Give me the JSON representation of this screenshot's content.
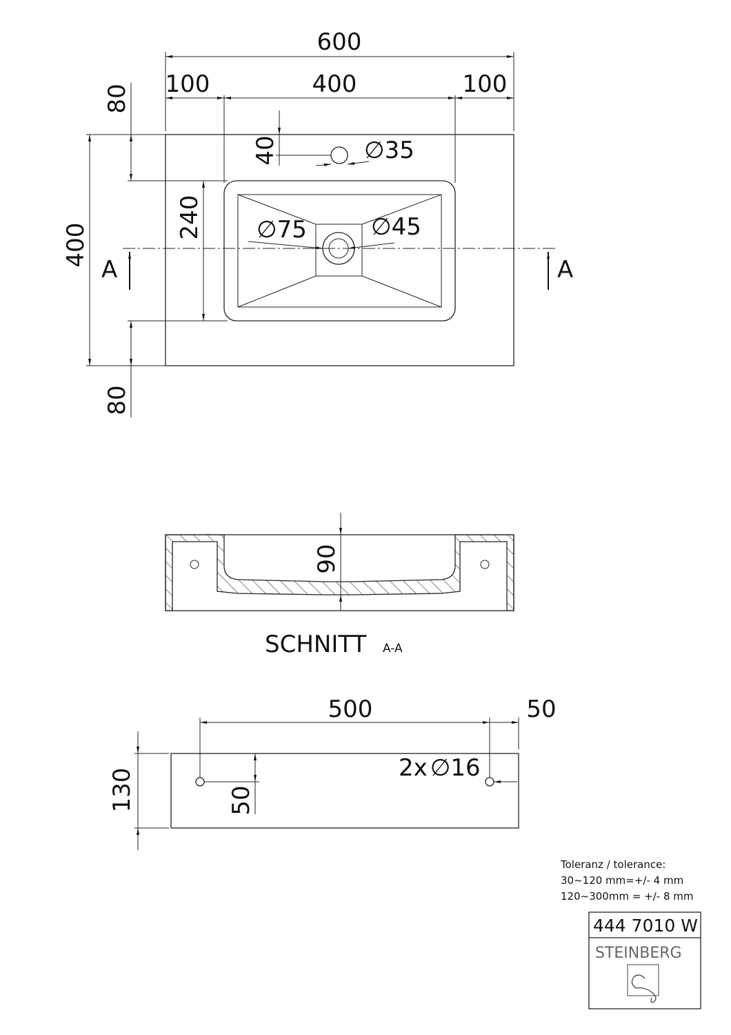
{
  "top_view": {
    "overall_width": "600",
    "left_margin": "100",
    "basin_width": "400",
    "right_margin": "100",
    "top_margin": "80",
    "bottom_margin": "80",
    "overall_depth": "400",
    "basin_depth": "240",
    "tap_offset": "40",
    "tap_hole": "35",
    "drain_outer": "75",
    "drain_inner": "45",
    "section_mark_left": "A",
    "section_mark_right": "A",
    "diameter_symbol": "∅"
  },
  "section_view": {
    "depth": "90",
    "title": "SCHNITT",
    "subtitle": "A-A"
  },
  "side_view": {
    "hole_spacing": "500",
    "hole_edge": "50",
    "height": "130",
    "hole_height": "50",
    "holes_label": "2x",
    "hole_diameter": "16"
  },
  "tolerance": {
    "title": "Toleranz / tolerance:",
    "line1": "30~120 mm=+/- 4 mm",
    "line2": "120~300mm = +/- 8 mm"
  },
  "title_block": {
    "article_number": "444 7010 W",
    "brand": "STEINBERG"
  }
}
